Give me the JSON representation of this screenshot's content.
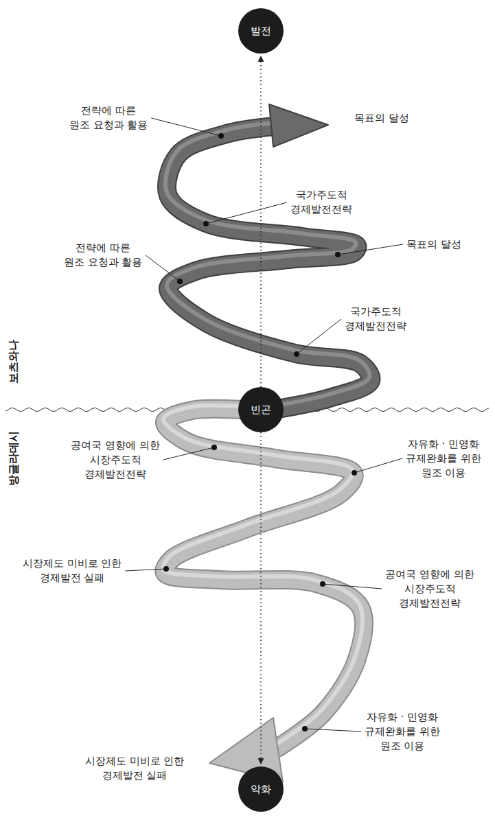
{
  "diagram": {
    "nodes": [
      {
        "text": [
          "발전"
        ]
      },
      {
        "text": [
          "빈곤"
        ]
      },
      {
        "text": [
          "악화"
        ]
      }
    ],
    "edges": [
      {
        "from": 1,
        "to": 0,
        "arrow": "to"
      },
      {
        "from": 1,
        "to": 2,
        "arrow": "to"
      }
    ],
    "labels": [
      "전략에 따른 원조 요청과 활용",
      "목표의 달성",
      "국가주도적 경제발전전략",
      "목표의 달성",
      "전략에 따른 원조 요청과 활용",
      "국가주도적 경제발전전략",
      "보츠와나",
      "방글라데시",
      "공여국 영향에 의한 시장주도적 경제발전전략",
      "자유화 · 민영화 규제완화를 위한 원조 이용",
      "시장제도 미비로 인한 경제발전 실패",
      "공여국 영향에 의한 시장주도적 경제발전전략",
      "자유화 · 민영화 규제완화를 위한 원조 이용",
      "시장제도 미비로 인한 경제발전 실패"
    ]
  }
}
